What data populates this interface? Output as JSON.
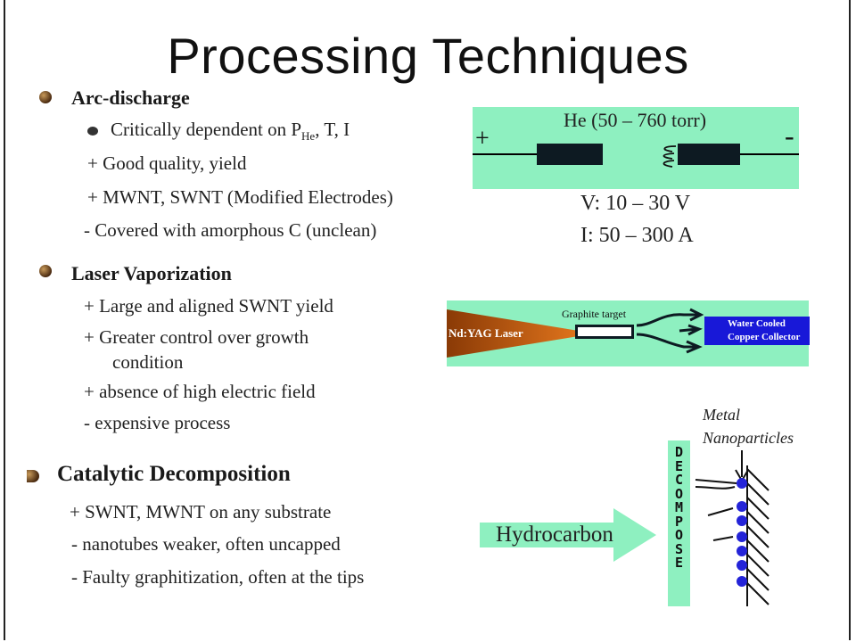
{
  "title": "Processing Techniques",
  "sections": {
    "arc": {
      "heading": "Arc-discharge",
      "sub_prefix": "Critically dependent on P",
      "sub_subscript": "He",
      "sub_suffix": ", T, I",
      "items": [
        "+ Good quality, yield",
        "+ MWNT, SWNT (Modified Electrodes)",
        "- Covered with amorphous C (unclean)"
      ]
    },
    "laser": {
      "heading": "Laser Vaporization",
      "items": [
        "+ Large and aligned SWNT yield",
        "+ Greater control over growth",
        "condition",
        "+ absence of high electric field",
        "-  expensive process"
      ]
    },
    "catalytic": {
      "heading": "Catalytic Decomposition",
      "items": [
        "+ SWNT, MWNT on any substrate",
        "-   nanotubes weaker, often uncapped",
        "-   Faulty graphitization, often at the tips"
      ]
    }
  },
  "arc_diagram": {
    "gas": "He (50 – 760 torr)",
    "plus": "+",
    "minus": "-",
    "voltage": "V: 10 – 30 V",
    "current": "I: 50 – 300 A"
  },
  "laser_diagram": {
    "laser": "Nd:YAG Laser",
    "target": "Graphite target",
    "collector_line1": "Water Cooled",
    "collector_line2": "Copper Collector"
  },
  "catalytic_diagram": {
    "metal_line1": "Metal",
    "metal_line2": "Nanoparticles",
    "hydrocarbon": "Hydrocarbon",
    "decompose": [
      "D",
      "E",
      "C",
      "O",
      "M",
      "P",
      "O",
      "S",
      "E"
    ]
  },
  "colors": {
    "diagram_bg": "#8ef0c0",
    "collector": "#1818d8",
    "nanoparticle": "#2424d8",
    "laser": "#b0500a"
  }
}
